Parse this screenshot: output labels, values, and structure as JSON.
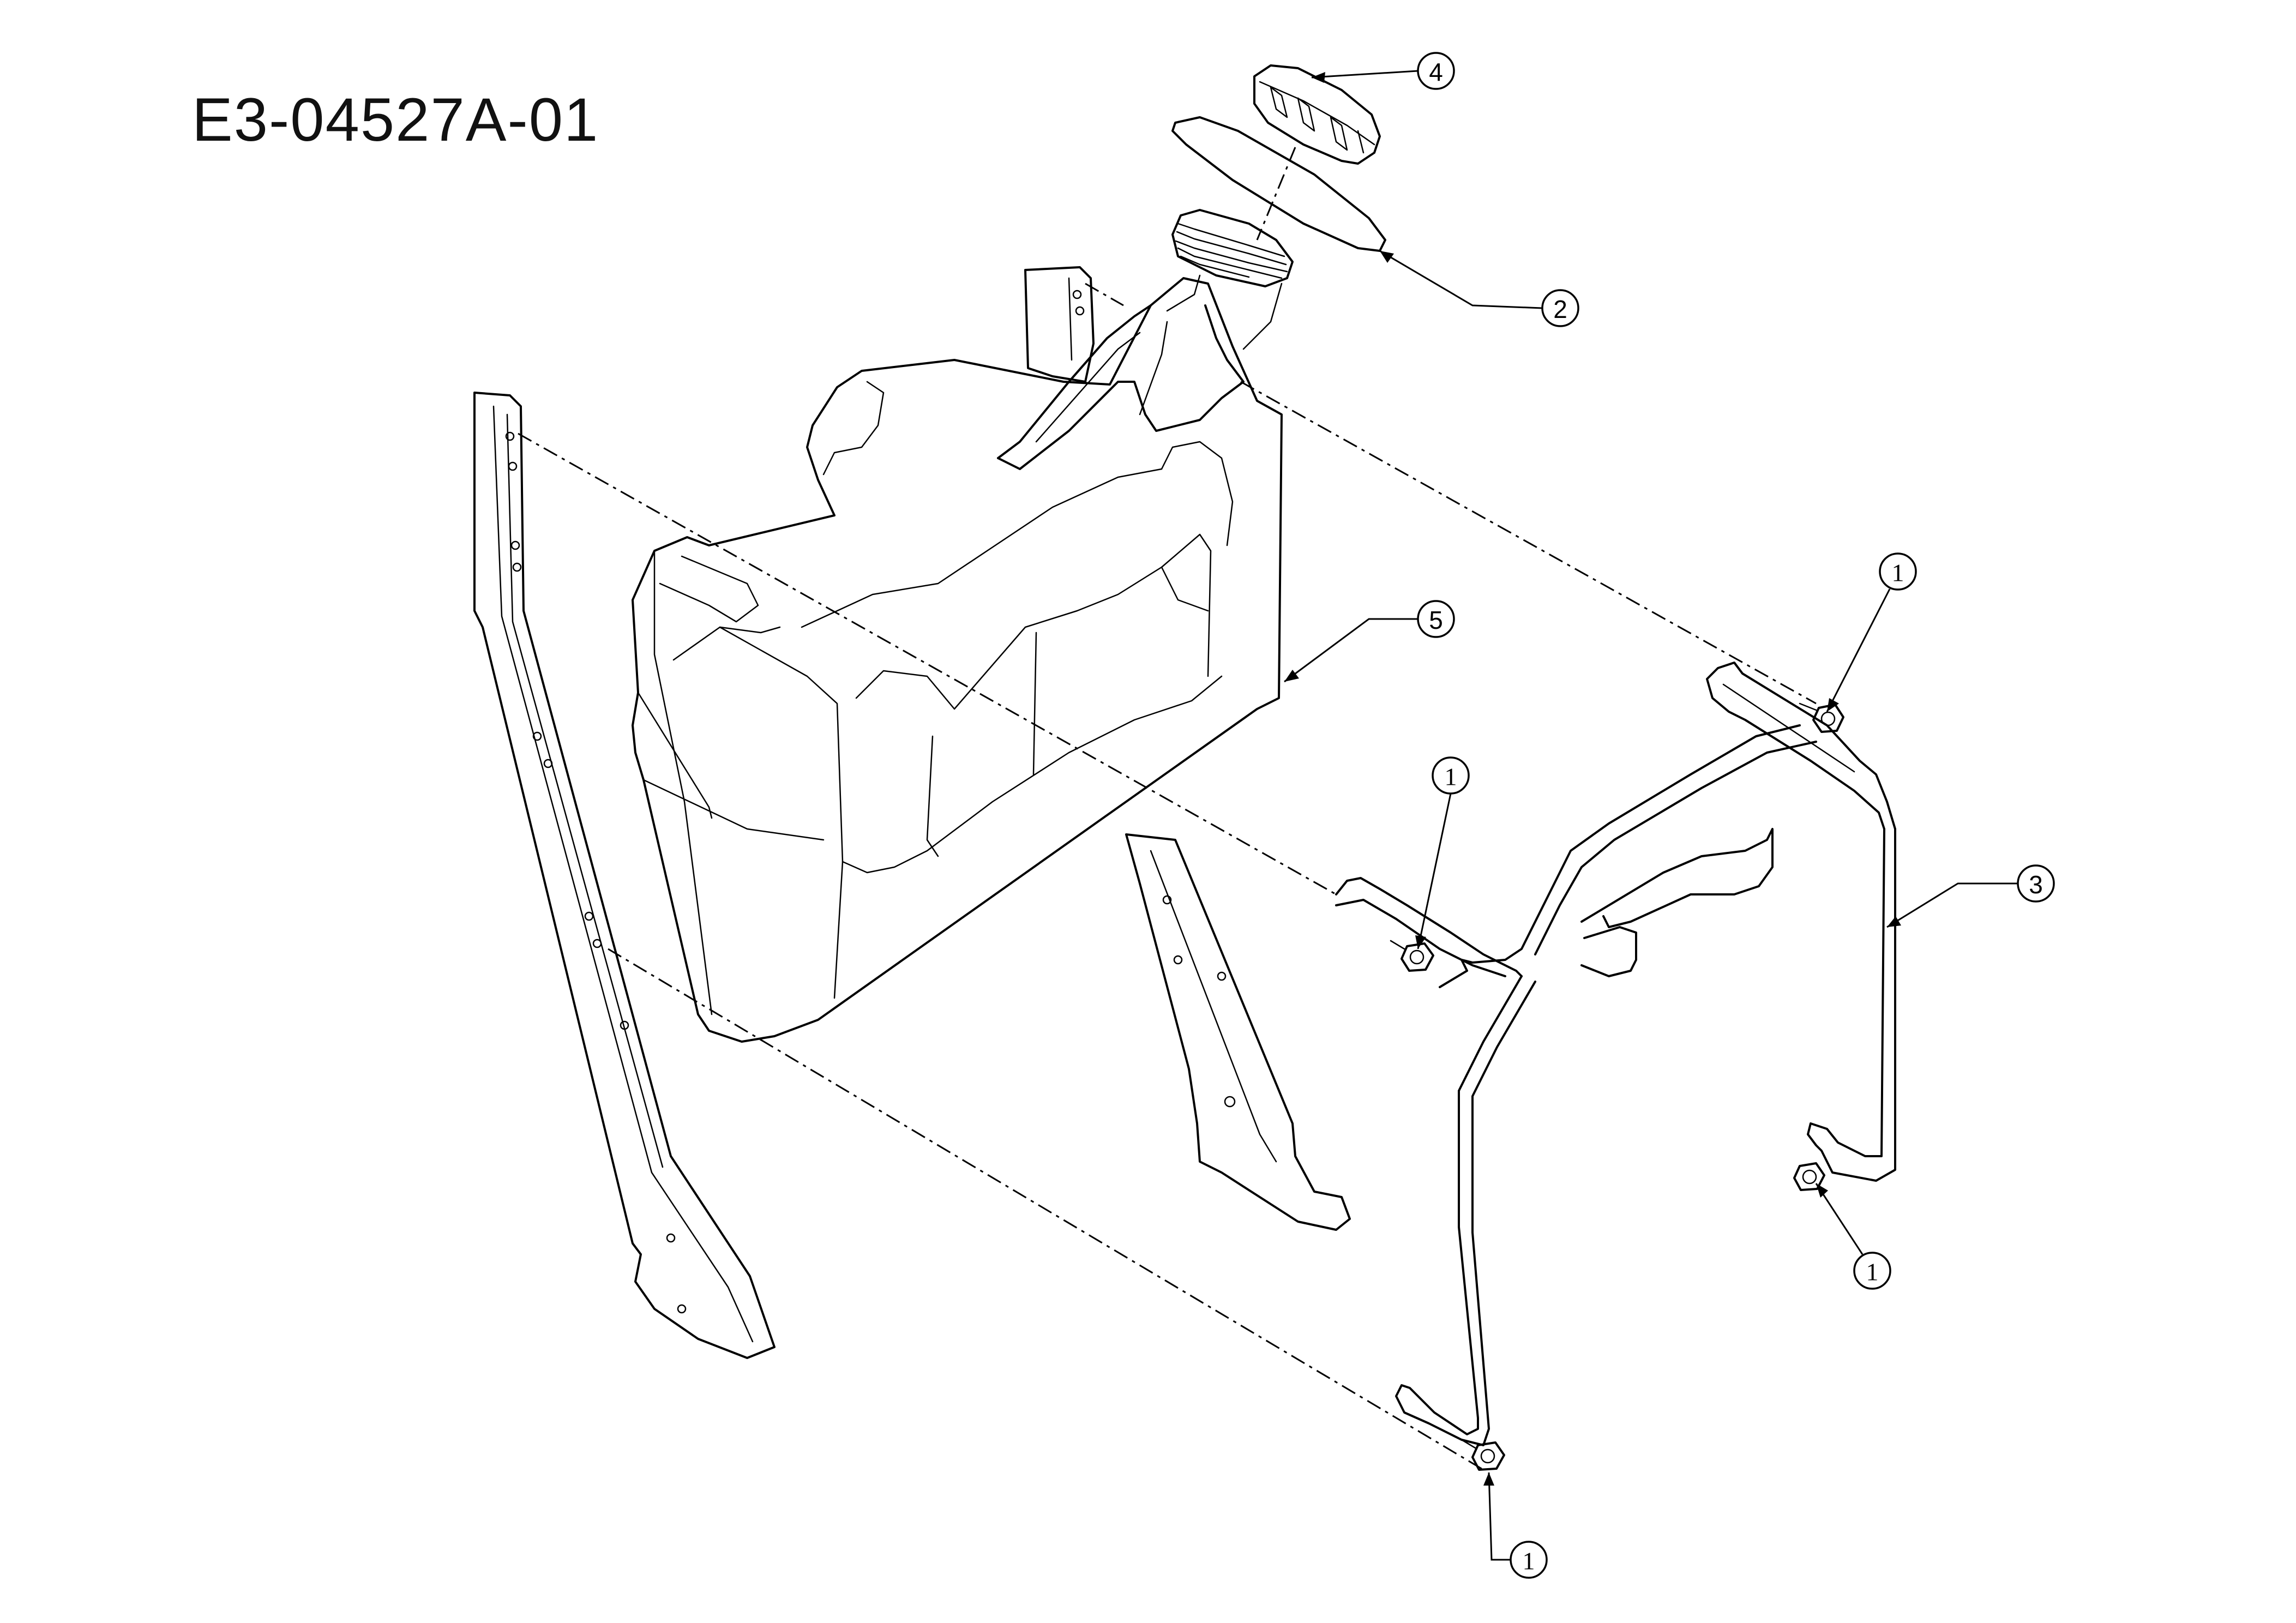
{
  "diagram": {
    "title": "E3-04527A-01"
  },
  "callouts": [
    {
      "id": "callout-4",
      "label": "4",
      "part": "fuel-cap"
    },
    {
      "id": "callout-2",
      "label": "2",
      "part": "cap-gasket"
    },
    {
      "id": "callout-5",
      "label": "5",
      "part": "fuel-tank"
    },
    {
      "id": "callout-3",
      "label": "3",
      "part": "tank-bracket-frame"
    },
    {
      "id": "callout-1a",
      "label": "1",
      "part": "bolt"
    },
    {
      "id": "callout-1b",
      "label": "1",
      "part": "bolt"
    },
    {
      "id": "callout-1c",
      "label": "1",
      "part": "bolt"
    },
    {
      "id": "callout-1d",
      "label": "1",
      "part": "bolt"
    }
  ]
}
